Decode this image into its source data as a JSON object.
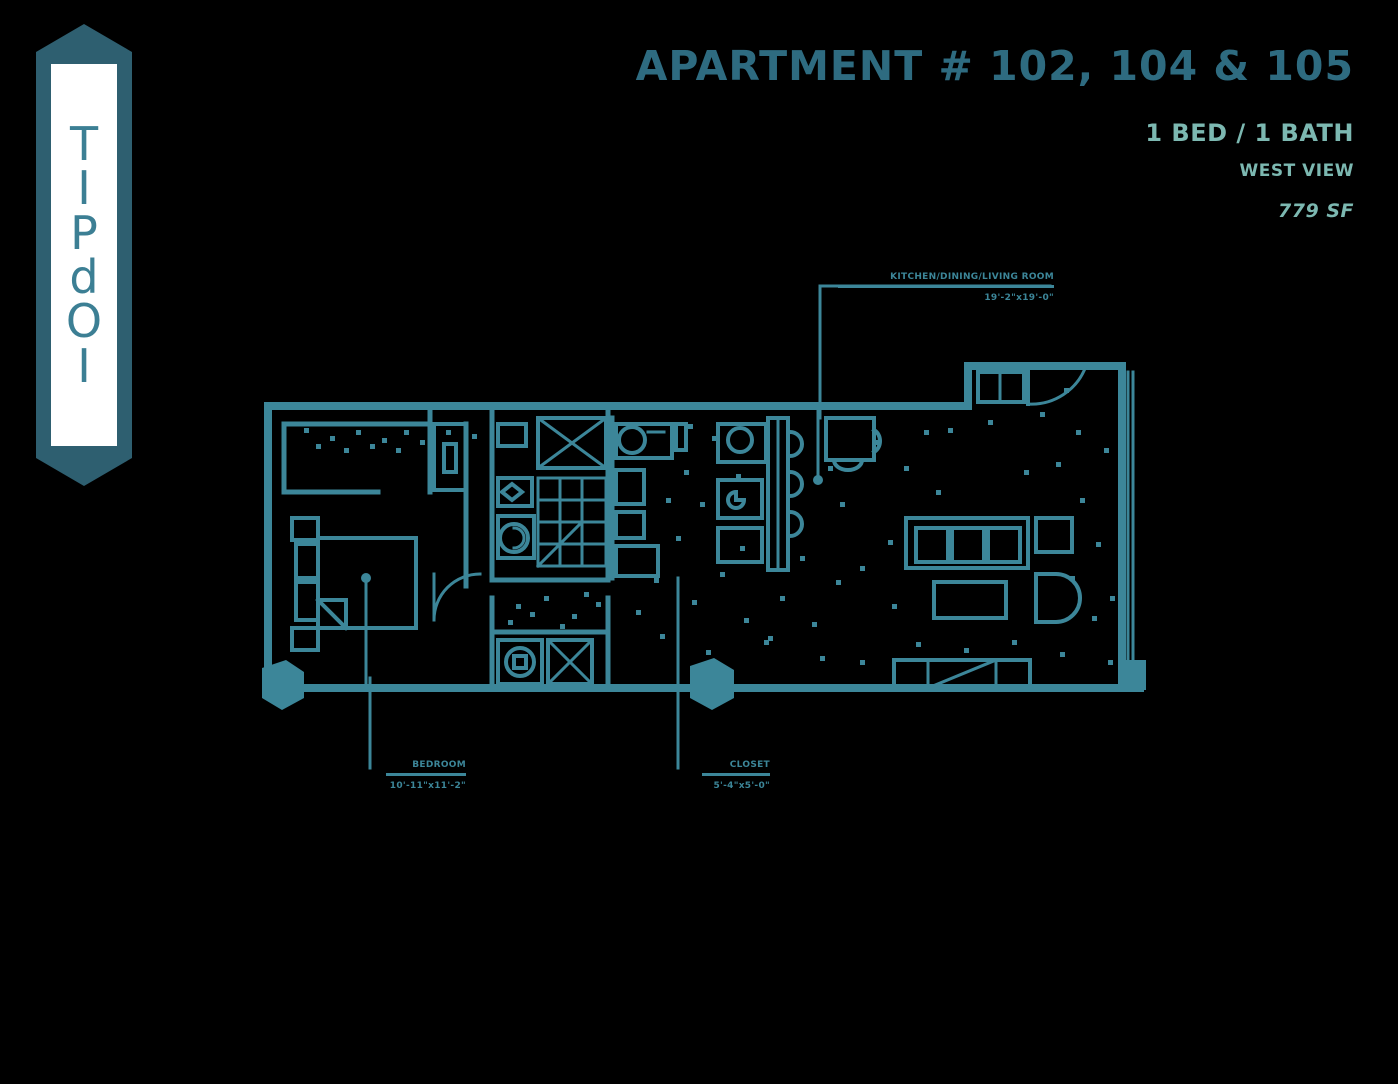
{
  "brand": {
    "sign_letters": [
      "T",
      "I",
      "P",
      "d",
      "O",
      "I"
    ],
    "sign_text": "TIPdOI",
    "frame_color": "#2e5f70",
    "letter_color": "#3c7f94",
    "panel_color": "#ffffff"
  },
  "header": {
    "title": "APARTMENT # 102, 104 & 105",
    "beds_baths": "1 BED / 1 BATH",
    "view": "WEST VIEW",
    "area": "779 SF",
    "title_color": "#2e6b80",
    "subtitle_color": "#7cb8b1"
  },
  "callouts": [
    {
      "id": "living",
      "room": "KITCHEN/DINING/LIVING ROOM",
      "dim": "19'-2\"x19'-0\""
    },
    {
      "id": "bedroom",
      "room": "BEDROOM",
      "dim": "10'-11\"x11'-2\""
    },
    {
      "id": "closet",
      "room": "CLOSET",
      "dim": "5'-4\"x5'-0\""
    }
  ],
  "plan": {
    "line_color": "#3c8699",
    "wall_color": "#3c8699",
    "background": "#000000",
    "rooms": [
      "Bedroom",
      "Closet",
      "Bathroom",
      "Kitchen",
      "Dining",
      "Living Room",
      "Entry"
    ],
    "fixtures": [
      "bed",
      "nightstand",
      "wardrobe",
      "shower",
      "toilet",
      "vanity-sink",
      "washer",
      "dryer",
      "kitchen-sink",
      "cooktop",
      "refrigerator",
      "kitchen-island",
      "bar-stool",
      "dining-table",
      "dining-chair",
      "sofa",
      "side-table",
      "coffee-table",
      "armchair",
      "entry-door",
      "closet-door",
      "window-wall",
      "structural-column"
    ]
  }
}
